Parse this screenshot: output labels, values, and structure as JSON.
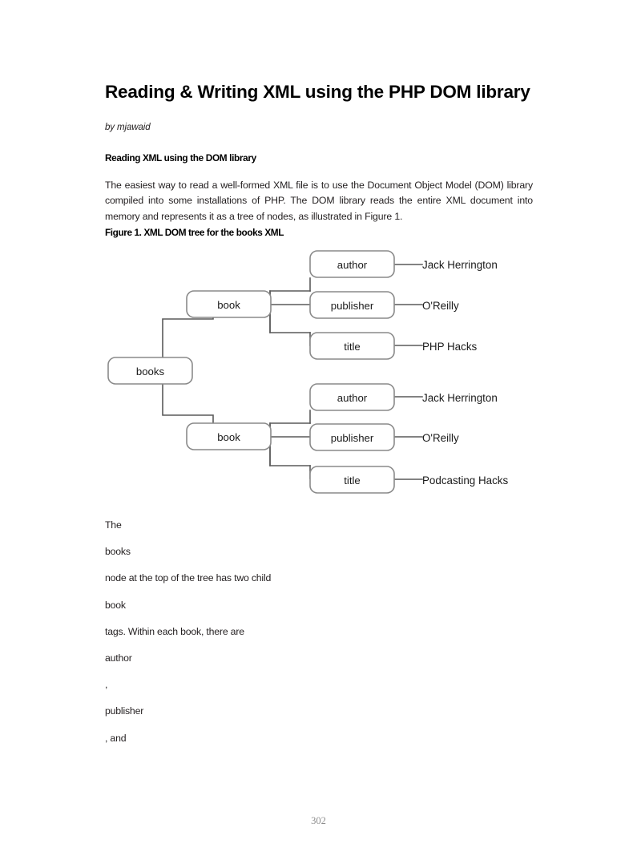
{
  "document": {
    "title": "Reading & Writing XML using the PHP DOM library",
    "byline": "by mjawaid",
    "page_number": "302"
  },
  "section": {
    "heading": "Reading XML using the DOM library",
    "paragraph": "The easiest way to read a well-formed XML file is to use the Document Object Model (DOM) library compiled into some installations of PHP. The DOM library reads the entire XML document into memory and represents it as a tree of nodes, as illustrated in Figure 1.",
    "figure_caption": "Figure 1. XML DOM tree for the books XML"
  },
  "figure": {
    "root": "books",
    "groups": [
      {
        "node": "book",
        "children": [
          {
            "tag": "author",
            "value": "Jack Herrington"
          },
          {
            "tag": "publisher",
            "value": "O'Reilly"
          },
          {
            "tag": "title",
            "value": "PHP Hacks"
          }
        ]
      },
      {
        "node": "book",
        "children": [
          {
            "tag": "author",
            "value": "Jack Herrington"
          },
          {
            "tag": "publisher",
            "value": "O'Reilly"
          },
          {
            "tag": "title",
            "value": "Podcasting Hacks"
          }
        ]
      }
    ],
    "colors": {
      "box_border": "#8a8a8a",
      "box_fill": "#ffffff",
      "connector": "#5a5a5a",
      "text": "#1a1a1a"
    }
  },
  "trailing_fragments": [
    "The",
    "books",
    "node at the top of the tree has two child",
    "book",
    "tags. Within each book, there are",
    "author",
    ",",
    "publisher",
    ", and"
  ]
}
